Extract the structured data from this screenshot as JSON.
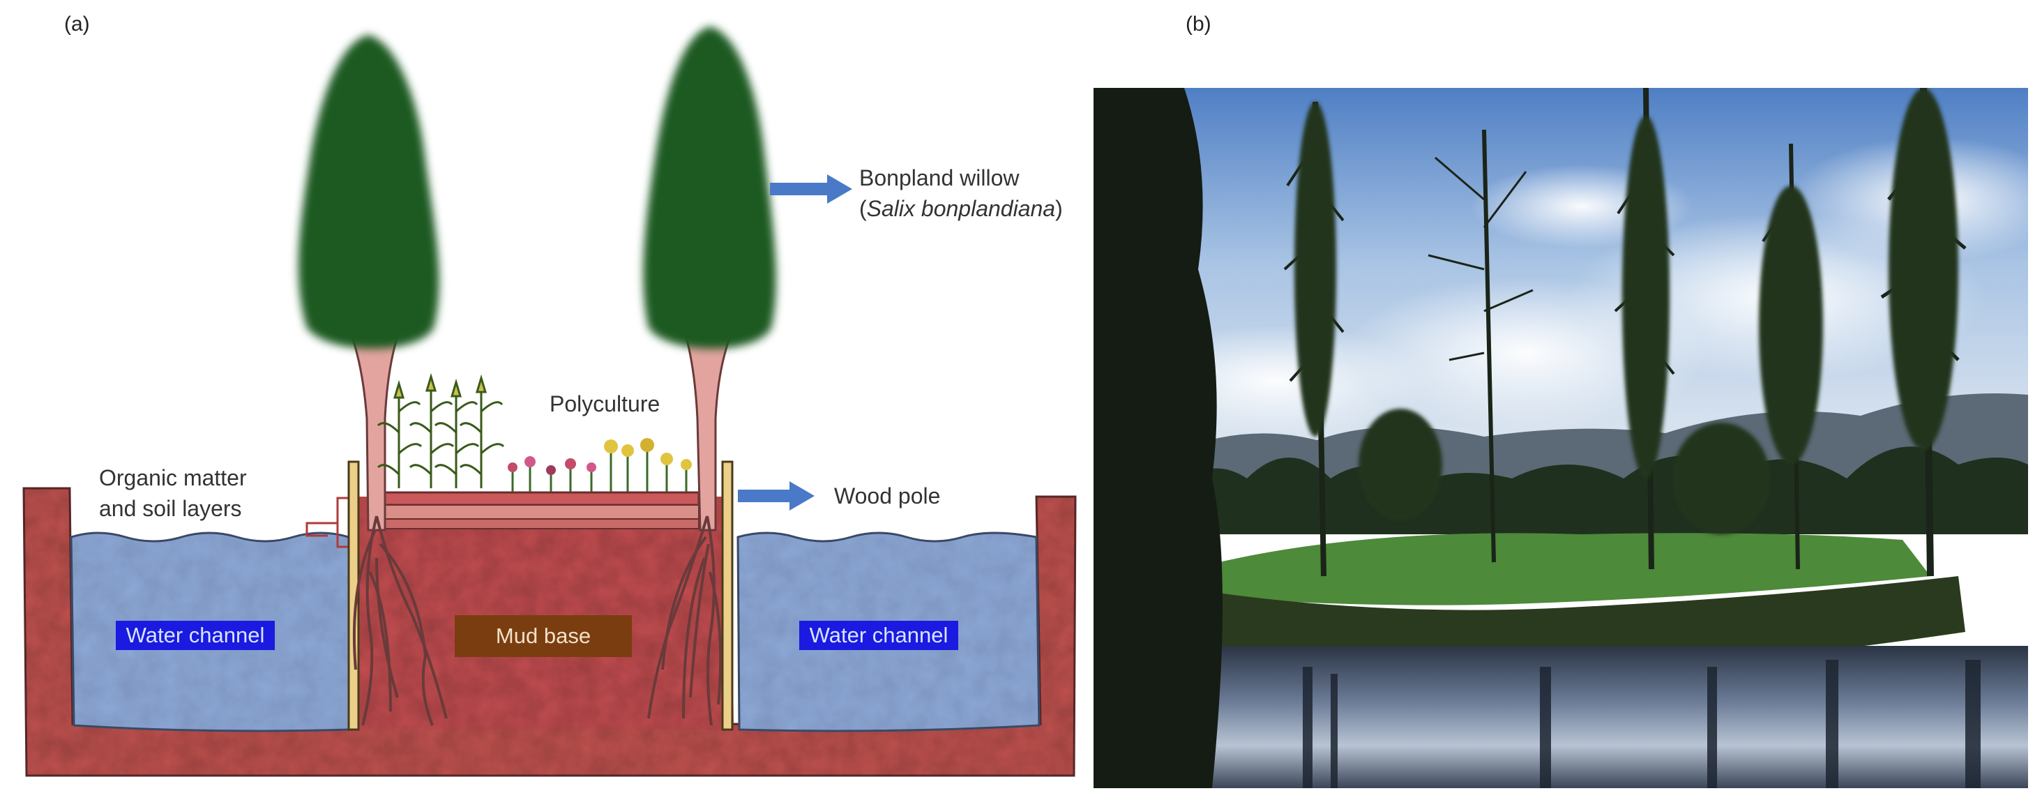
{
  "panels": {
    "a": {
      "letter": "(a)",
      "labels": {
        "willow_line1": "Bonpland willow",
        "willow_paren_open": "(",
        "willow_scientific": "Salix bonplandiana",
        "willow_paren_close": ")",
        "polyculture": "Polyculture",
        "organic_line1": "Organic matter",
        "organic_line2": "and soil layers",
        "wood_pole": "Wood pole",
        "water_left": "Water channel",
        "water_right": "Water channel",
        "mud_base": "Mud base"
      }
    },
    "b": {
      "letter": "(b)"
    }
  },
  "colors": {
    "tree": "#1f5a22",
    "trunk": "#e3a2a0",
    "soil": "#b8474a",
    "water": "#8aa6d6",
    "channel_tag": "#1a1ae0",
    "mud_tag": "#7a3d10",
    "arrow": "#4a79c8",
    "pole": "#e7c878"
  }
}
